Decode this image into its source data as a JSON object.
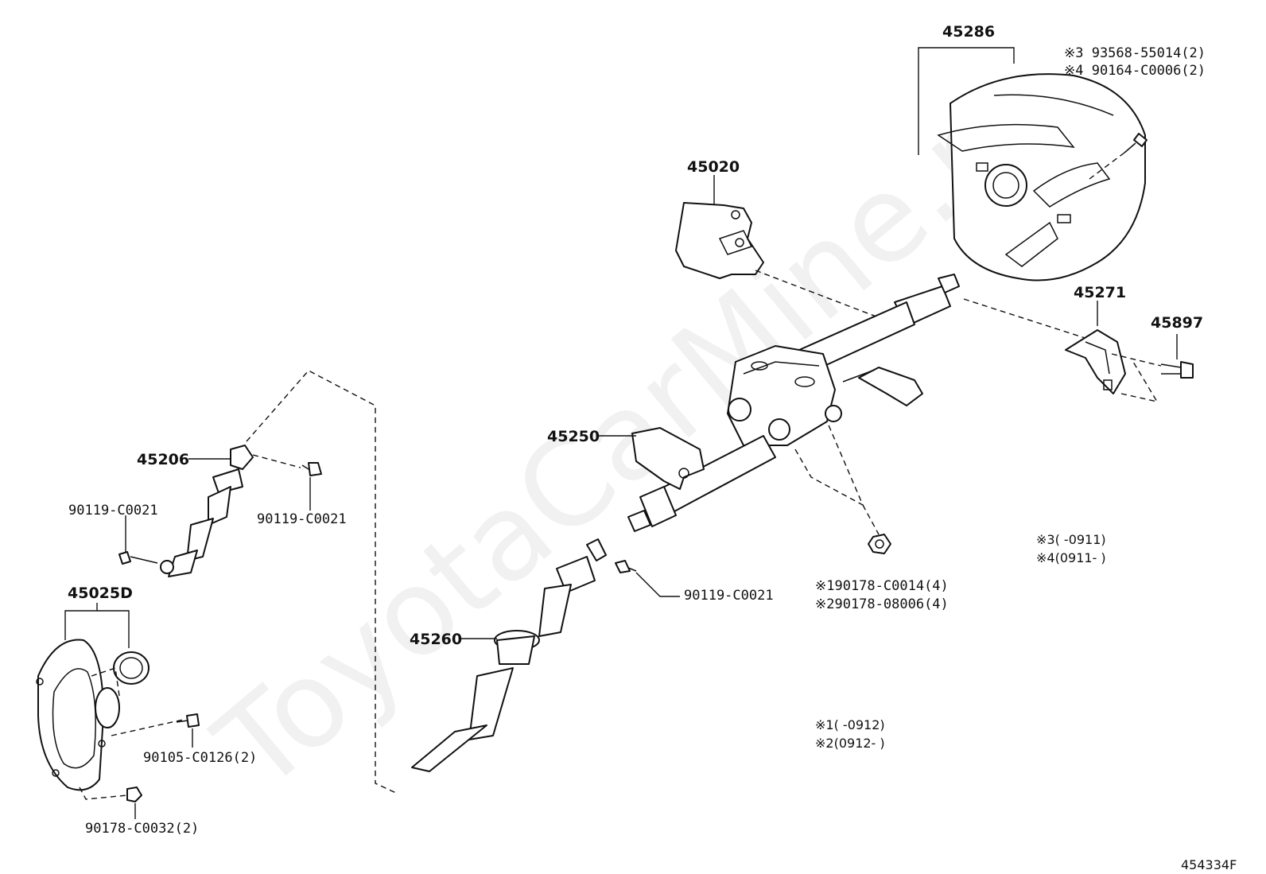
{
  "watermark": "ToyotaCarMine.ru",
  "diagram_id": "454334F",
  "parts": {
    "p45286": "45286",
    "p45020": "45020",
    "p45271": "45271",
    "p45897": "45897",
    "p45250": "45250",
    "p45206": "45206",
    "p45260": "45260",
    "p45025D": "45025D",
    "bolt_left": "90119-C0021",
    "bolt_mid": "90119-C0021",
    "bolt_center": "90119-C0021",
    "bolt_90105": "90105-C0126(2)",
    "nut_90178": "90178-C0032(2)",
    "screw_cover_a": "※3 93568-55014(2)",
    "screw_cover_b": "※4 90164-C0006(2)",
    "nut_col_a": "※190178-C0014(4)",
    "nut_col_b": "※290178-08006(4)"
  },
  "notes": {
    "n3": "※3(     -0911)",
    "n4": "※4(0911-     )",
    "n1": "※1(     -0912)",
    "n2": "※2(0912-     )"
  }
}
